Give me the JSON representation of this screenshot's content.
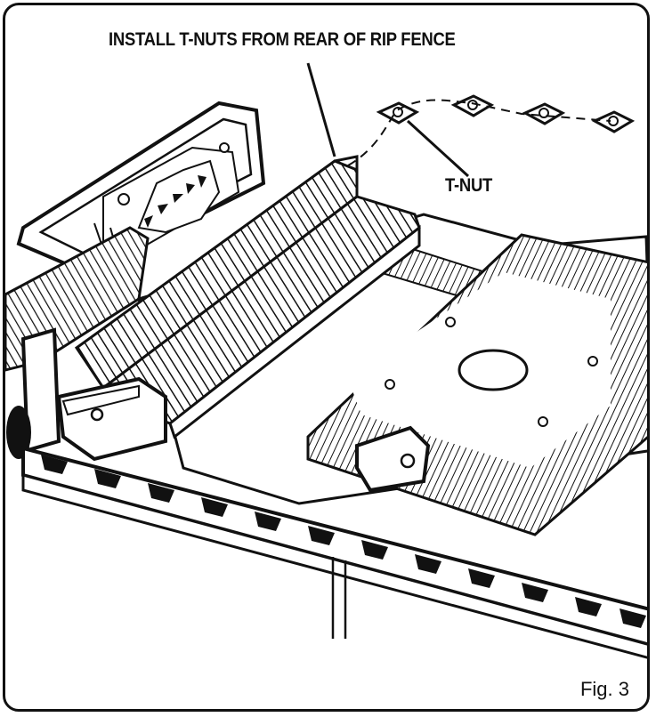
{
  "diagram": {
    "callout_title": "INSTALL T-NUTS FROM REAR OF RIP FENCE",
    "callout_tnut": "T-NUT",
    "figure_label": "Fig. 3"
  }
}
